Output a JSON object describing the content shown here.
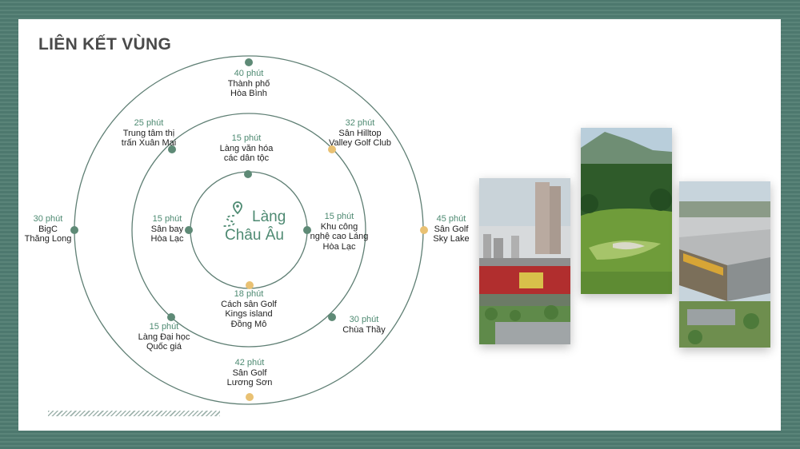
{
  "title": "LIÊN KẾT VÙNG",
  "center": {
    "line1": "Làng",
    "line2": "Châu Âu",
    "icon": "location-path-icon"
  },
  "colors": {
    "frame": "#4f7a70",
    "accent": "#4e8a72",
    "ring": "#5f7f74",
    "dot_green": "#5e8a76",
    "dot_gold": "#e9c173"
  },
  "destinations": [
    {
      "time": "40 phút",
      "name1": "Thành phố",
      "name2": "Hòa Bình"
    },
    {
      "time": "25 phút",
      "name1": "Trung tâm thị",
      "name2": "trấn Xuân Mai"
    },
    {
      "time": "32 phút",
      "name1": "Sân Hilltop",
      "name2": "Valley Golf Club"
    },
    {
      "time": "15 phút",
      "name1": "Làng văn hóa",
      "name2": "các dân tộc"
    },
    {
      "time": "30 phút",
      "name1": "BigC",
      "name2": "Thăng Long"
    },
    {
      "time": "15 phút",
      "name1": "Sân bay",
      "name2": "Hòa Lạc"
    },
    {
      "time": "15 phút",
      "name1": "Khu công",
      "name2": "nghệ cao Láng",
      "name3": "Hòa Lạc"
    },
    {
      "time": "45 phút",
      "name1": "Sân Golf",
      "name2": "Sky Lake"
    },
    {
      "time": "18 phút",
      "name1": "Cách sân Golf",
      "name2": "Kings island",
      "name3": "Đồng Mô"
    },
    {
      "time": "15 phút",
      "name1": "Làng Đại học",
      "name2": "Quốc giá"
    },
    {
      "time": "30 phút",
      "name1": "Chùa Thầy"
    },
    {
      "time": "42 phút",
      "name1": "Sân Golf",
      "name2": "Lương Sơn"
    }
  ]
}
